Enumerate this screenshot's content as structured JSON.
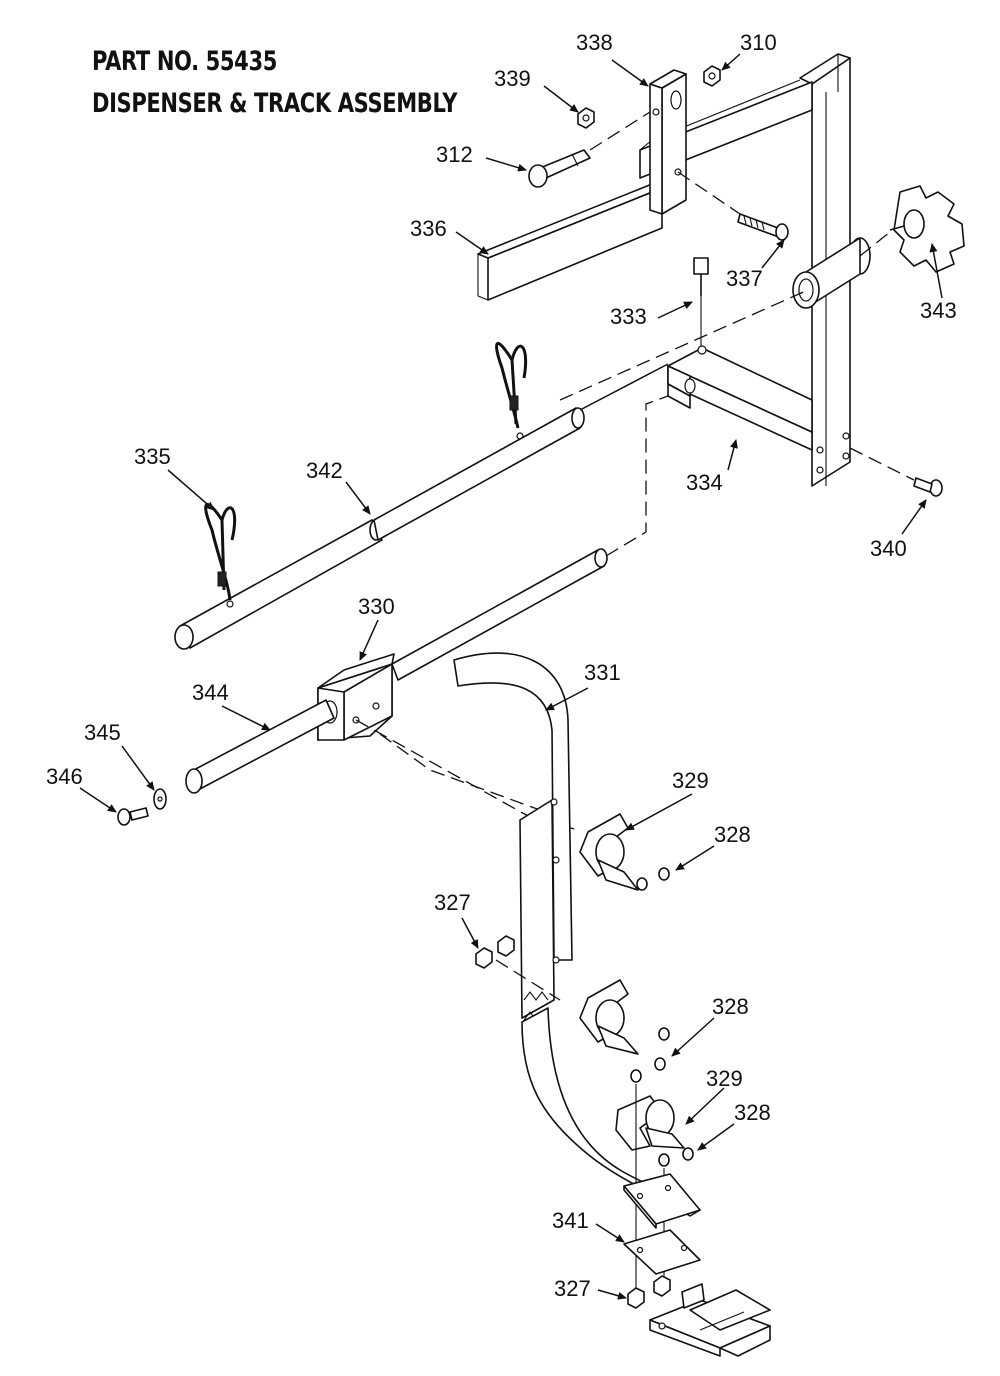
{
  "title": {
    "line1": "PART NO. 55435",
    "line2": "DISPENSER & TRACK ASSEMBLY"
  },
  "callouts": [
    {
      "id": "c338",
      "label": "338"
    },
    {
      "id": "c310",
      "label": "310"
    },
    {
      "id": "c339",
      "label": "339"
    },
    {
      "id": "c312",
      "label": "312"
    },
    {
      "id": "c336",
      "label": "336"
    },
    {
      "id": "c337",
      "label": "337"
    },
    {
      "id": "c343",
      "label": "343"
    },
    {
      "id": "c333",
      "label": "333"
    },
    {
      "id": "c335a",
      "label": "335"
    },
    {
      "id": "c342",
      "label": "342"
    },
    {
      "id": "c334",
      "label": "334"
    },
    {
      "id": "c340",
      "label": "340"
    },
    {
      "id": "c330",
      "label": "330"
    },
    {
      "id": "c331",
      "label": "331"
    },
    {
      "id": "c344",
      "label": "344"
    },
    {
      "id": "c345",
      "label": "345"
    },
    {
      "id": "c346",
      "label": "346"
    },
    {
      "id": "c329a",
      "label": "329"
    },
    {
      "id": "c328a",
      "label": "328"
    },
    {
      "id": "c327a",
      "label": "327"
    },
    {
      "id": "c328b",
      "label": "328"
    },
    {
      "id": "c329b",
      "label": "329"
    },
    {
      "id": "c328c",
      "label": "328"
    },
    {
      "id": "c341",
      "label": "341"
    },
    {
      "id": "c327b",
      "label": "327"
    }
  ]
}
